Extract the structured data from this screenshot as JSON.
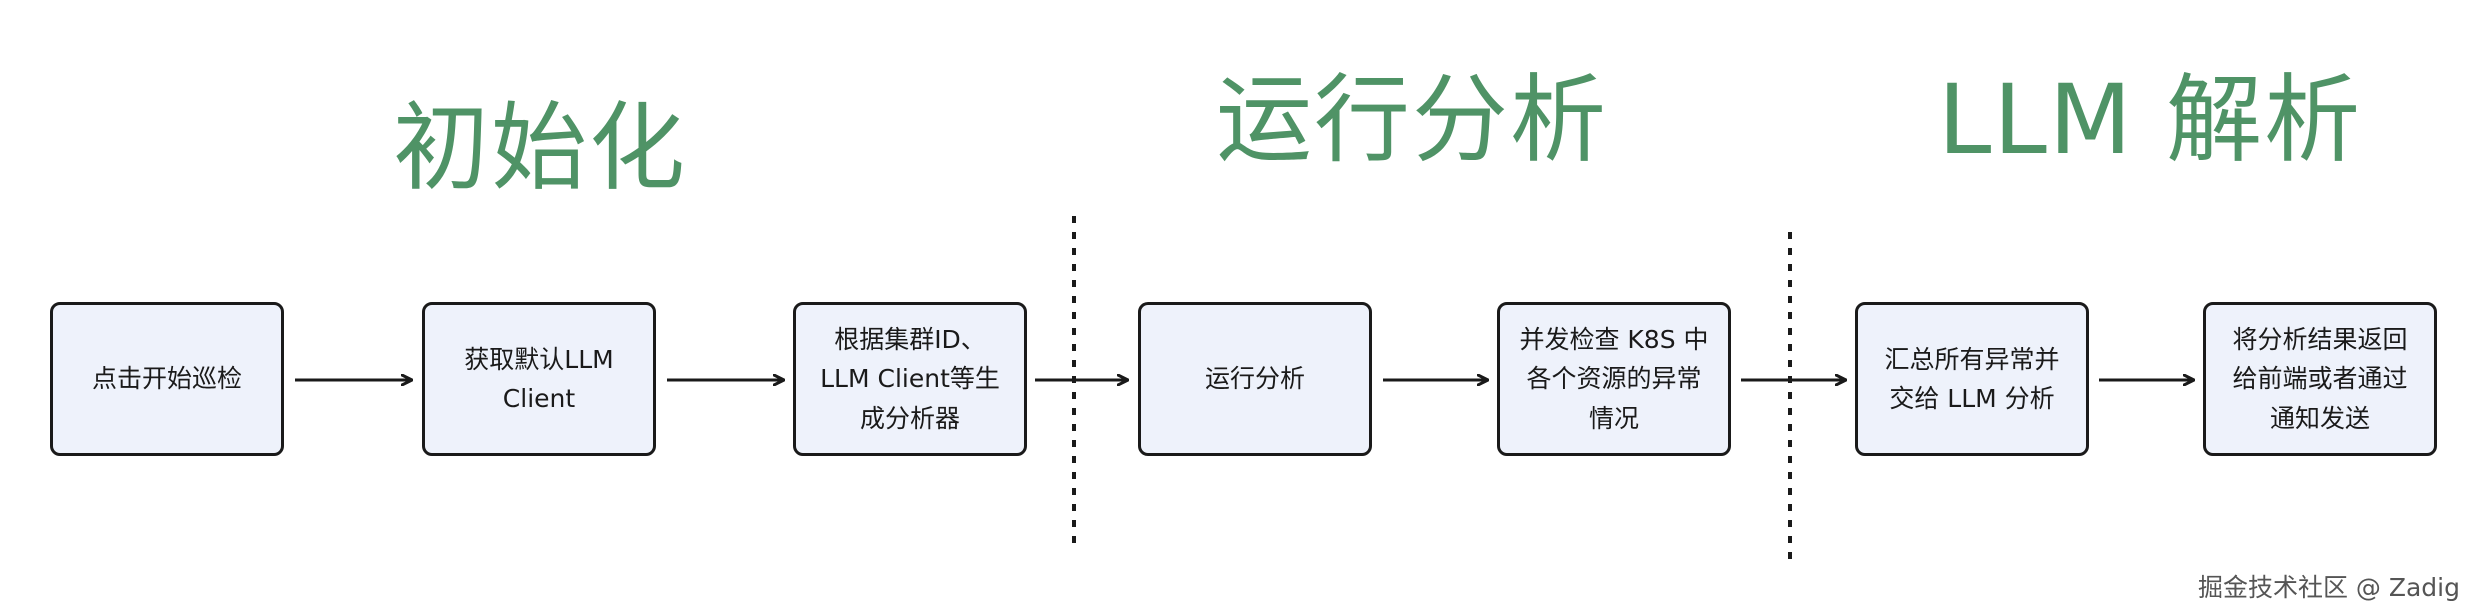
{
  "stages": [
    {
      "title": "初始化"
    },
    {
      "title": "运行分析"
    },
    {
      "title": "LLM 解析"
    }
  ],
  "steps": [
    {
      "label": "点击开始巡检"
    },
    {
      "label": "获取默认LLM\nClient"
    },
    {
      "label": "根据集群ID、\nLLM Client等生\n成分析器"
    },
    {
      "label": "运行分析"
    },
    {
      "label": "并发检查 K8S 中\n各个资源的异常\n情况"
    },
    {
      "label": "汇总所有异常并\n交给 LLM 分析"
    },
    {
      "label": "将分析结果返回\n给前端或者通过\n通知发送"
    }
  ],
  "watermark": "掘金技术社区 @ Zadig",
  "colors": {
    "stage_title": "#4f9366",
    "node_fill": "#eef2fb",
    "node_border": "#1a1a1a",
    "connector": "#1a1a1a"
  }
}
